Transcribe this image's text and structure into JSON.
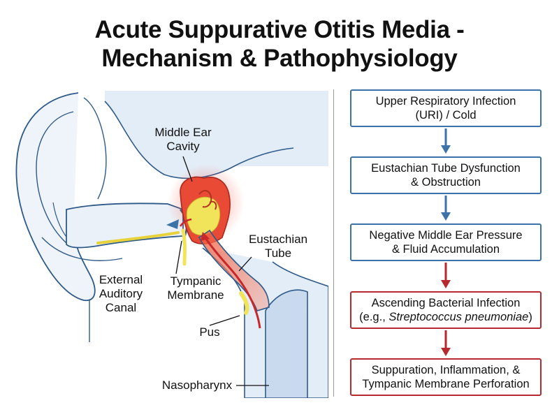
{
  "title": {
    "line1": "Acute Suppurative Otitis Media -",
    "line2": "Mechanism & Pathophysiology"
  },
  "ear_labels": {
    "middle_ear_l1": "Middle Ear",
    "middle_ear_l2": "Cavity",
    "eustachian_l1": "Eustachian",
    "eustachian_l2": "Tube",
    "external_l1": "External",
    "external_l2": "Auditory",
    "external_l3": "Canal",
    "tympanic_l1": "Tympanic",
    "tympanic_l2": "Membrane",
    "pus": "Pus",
    "nasopharynx": "Nasopharynx"
  },
  "flowchart": {
    "steps": [
      {
        "line1": "Upper Respiratory Infection",
        "line2": "(URI) / Cold"
      },
      {
        "line1": "Eustachian Tube Dysfunction",
        "line2": "& Obstruction"
      },
      {
        "line1": "Negative Middle Ear Pressure",
        "line2": "& Fluid Accumulation"
      },
      {
        "line1": "Ascending Bacterial Infection",
        "line2_prefix": "(e.g., ",
        "line2_italic": "Streptococcus pneumoniae",
        "line2_suffix": ")"
      },
      {
        "line1": "Suppuration, Inflammation, &",
        "line2": "Tympanic Membrane Perforation"
      }
    ]
  },
  "colors": {
    "blue": "#3b72a8",
    "red": "#b52a2f",
    "outline": "#2e5a8a",
    "light_blue": "#dce8f4",
    "pus_yellow": "#f2e45a",
    "inflammation_red": "#e23a2a"
  }
}
